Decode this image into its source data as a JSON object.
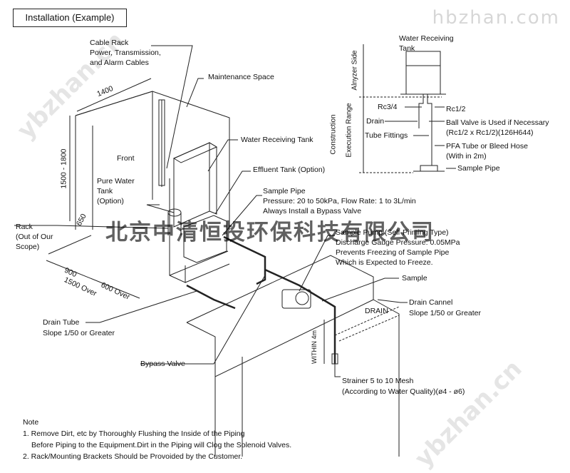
{
  "title": "Installation (Example)",
  "watermark": {
    "chinese": "北京中清恒投环保科技有限公司",
    "site": "hbzhan.com",
    "diag": "ybzhan.cn"
  },
  "labels": {
    "cable_rack": "Cable Rack",
    "cables_line1": "Power, Transmission,",
    "cables_line2": "and Alarm Cables",
    "maintenance_space": "Maintenance Space",
    "dim_1400": "1400",
    "dim_1500_1800": "1500 - 1800",
    "dim_650": "650",
    "front": "Front",
    "water_receiving_tank": "Water Receiving Tank",
    "effluent_tank": "Effluent Tank (Option)",
    "pure_water_line1": "Pure Water",
    "pure_water_line2": "Tank",
    "pure_water_line3": "(Option)",
    "rack_line1": "Rack",
    "rack_line2": "(Out of Our",
    "rack_line3": "Scope)",
    "dim_900": "900",
    "dim_1500_over": "1500 Over",
    "dim_600_over": "600 Over",
    "sample_pipe": "Sample Pipe",
    "sample_pipe_d1": "Pressure: 20 to 50kPa, Flow Rate: 1 to 3L/min",
    "sample_pipe_d2": "Always Install a Bypass Valve",
    "pump_line1": "Sample Pump (Self-Priming Type)",
    "pump_line2": "Discharge Gauge Pressure: 0.05MPa",
    "pump_line3": "Prevents Freezing of Sample Pipe",
    "pump_line4": "Which is Expected to Freeze.",
    "sample": "Sample",
    "drain_cannel": "Drain Cannel",
    "drain_cannel_slope": "Slope 1/50 or Greater",
    "drain_arrow": "DRAIN",
    "drain_tube": "Drain Tube",
    "drain_tube_slope": "Slope 1/50 or Greater",
    "within_4m": "WITHIN 4m",
    "bypass_valve": "Bypass Valve",
    "strainer_line1": "Strainer 5 to 10 Mesh",
    "strainer_line2": "(According to Water Quality)(ø4 - ø6)"
  },
  "detail": {
    "water_tank_line1": "Water Receiving",
    "water_tank_line2": "Tank",
    "analyzer_side": "Alnyzer Side",
    "construction_line1": "Construction",
    "construction_line2": "Execution Range",
    "rc34": "Rc3/4",
    "rc12": "Rc1/2",
    "drain": "Drain",
    "ball_valve_line1": "Ball Valve is Used if Necessary",
    "ball_valve_line2": "(Rc1/2 x Rc1/2)(126H644)",
    "tube_fittings": "Tube Fittings",
    "pfa_line1": "PFA Tube or Bleed Hose",
    "pfa_line2": "(With in 2m)",
    "sample_pipe": "Sample Pipe"
  },
  "notes": {
    "heading": "Note",
    "n1a": "1. Remove Dirt, etc by Thoroughly Flushing the Inside of the Piping",
    "n1b": "Before Piping to the Equipment.Dirt in the Piping will Clog the Solenoid Valves.",
    "n2": "2. Rack/Mounting Brackets Should be Provoided by the Customer."
  }
}
